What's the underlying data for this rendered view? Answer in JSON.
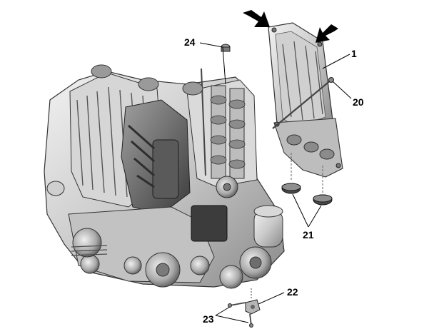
{
  "callouts": {
    "c1": "1",
    "c20": "20",
    "c21": "21",
    "c22": "22",
    "c23": "23",
    "c24": "24"
  },
  "colors": {
    "metal_light": "#e4e4e4",
    "metal_mid": "#b9b9b9",
    "metal_dark": "#6f6f6f",
    "shadow": "#3a3a3a",
    "ink": "#000000"
  },
  "icons": [
    "arrow-pointer-icon"
  ]
}
